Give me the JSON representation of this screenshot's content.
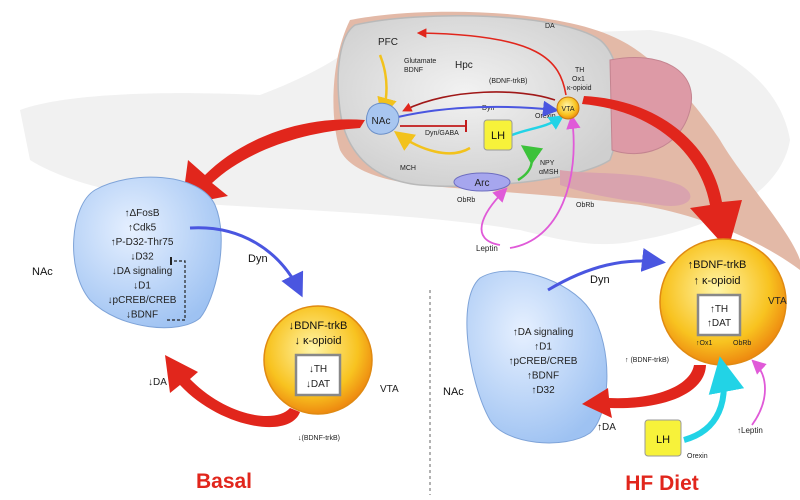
{
  "brain": {
    "pfc": "PFC",
    "hpc": "Hpc",
    "nac": "NAc",
    "lh": "LH",
    "arc": "Arc",
    "vta": "VTA",
    "da": "DA",
    "glutamate": "Glutamate",
    "bdnf": "BDNF",
    "bdnf_trkb": "(BDNF-trkB)",
    "th": "TH",
    "ox1": "Ox1",
    "kappa": "κ-opioid",
    "dyn": "Dyn",
    "dyn_gaba": "Dyn/GABA",
    "orexin": "Orexin",
    "mch": "MCH",
    "npy": "NPY",
    "amsh": "αMSH",
    "obrb_arc": "ObRb",
    "obrb_right": "ObRb",
    "leptin": "Leptin"
  },
  "basal": {
    "title": "Basal",
    "nac_label": "NAc",
    "nac_items": [
      "↑ΔFosB",
      "↑Cdk5",
      "↑P-D32-Thr75",
      "↓D32",
      "↓DA signaling",
      "↓D1",
      "↓pCREB/CREB",
      "↓BDNF"
    ],
    "dyn": "Dyn",
    "vta_label": "VTA",
    "vta_line1": "↓BDNF-trkB",
    "vta_line2": "↓ κ-opioid",
    "box_th": "↓TH",
    "box_dat": "↓DAT",
    "da": "↓DA",
    "bdnf_trkb": "↓(BDNF-trkB)"
  },
  "hf": {
    "title": "HF Diet",
    "nac_label": "NAc",
    "nac_items": [
      "↑DA signaling",
      "↑D1",
      "↑pCREB/CREB",
      "↑BDNF",
      "↑D32"
    ],
    "dyn": "Dyn",
    "vta_label": "VTA",
    "vta_line1": "↑BDNF-trkB",
    "vta_line2": "↑ κ-opioid",
    "box_th": "↑TH",
    "box_dat": "↑DAT",
    "ox1": "↑Ox1",
    "obrb": "ObRb",
    "bdnf_trkb": "↑ (BDNF-trkB)",
    "da": "↑DA",
    "lh": "LH",
    "orexin": "Orexin",
    "leptin": "↑Leptin"
  },
  "colors": {
    "red": "#e1261c",
    "blue": "#4a56e0",
    "cyan": "#22d3e6",
    "magenta": "#e05ad8",
    "yellow": "#f2d21c",
    "green": "#3cc23a",
    "darkred": "#a01818"
  }
}
